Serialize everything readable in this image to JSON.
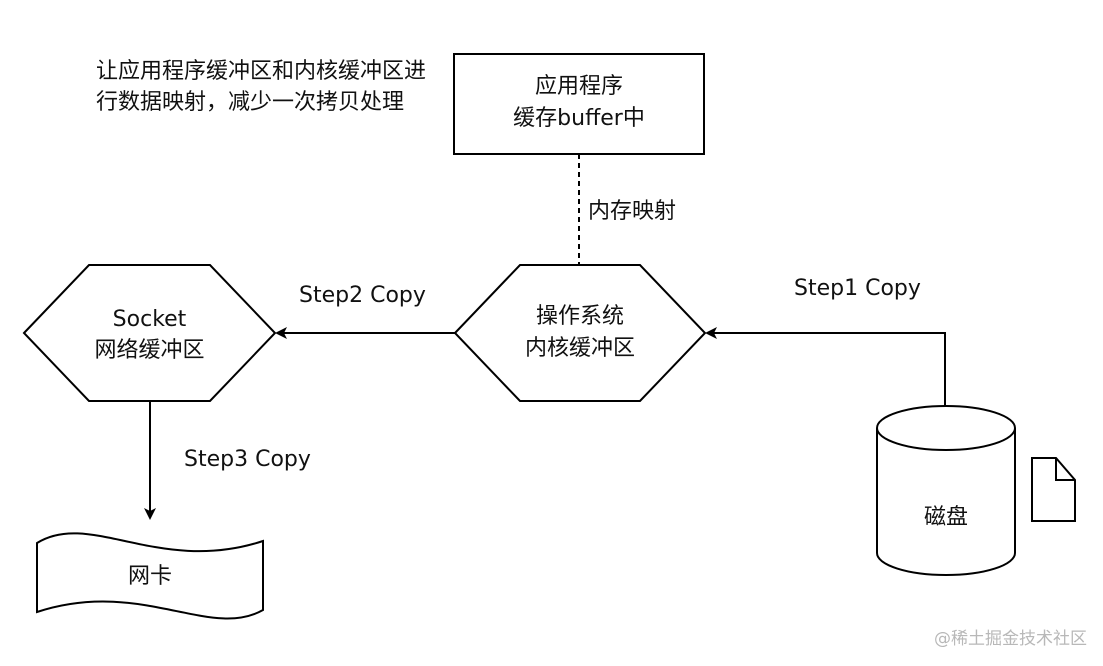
{
  "note": "让应用程序缓冲区和内核缓冲区进行数据映射，减少一次拷贝处理",
  "nodes": {
    "app_buffer": {
      "line1": "应用程序",
      "line2": "缓存buffer中"
    },
    "kernel_buffer": {
      "line1": "操作系统",
      "line2": "内核缓冲区"
    },
    "socket_buffer": {
      "line1": "Socket",
      "line2": "网络缓冲区"
    },
    "nic": {
      "label": "网卡"
    },
    "disk": {
      "label": "磁盘"
    }
  },
  "edges": {
    "mmap": "内存映射",
    "step1": "Step1 Copy",
    "step2": "Step2 Copy",
    "step3": "Step3 Copy"
  },
  "watermark": "@稀土掘金技术社区"
}
